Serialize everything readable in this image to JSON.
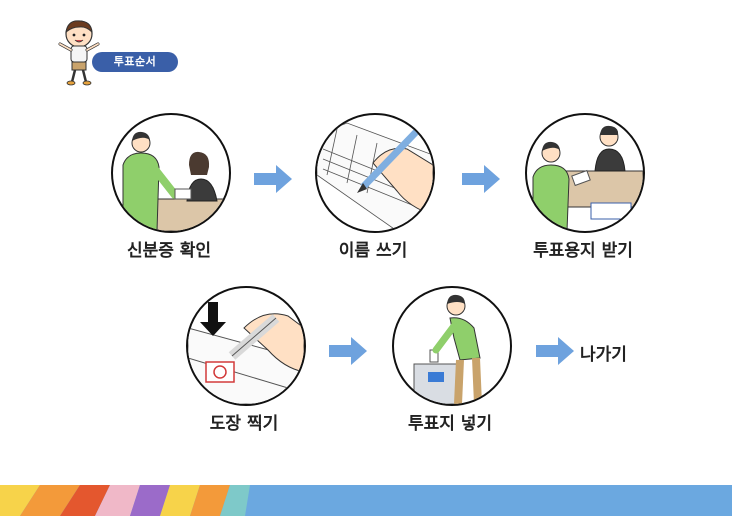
{
  "header": {
    "title": "투표순서"
  },
  "steps": [
    {
      "label": "신분증 확인",
      "icon": "id-check-scene"
    },
    {
      "label": "이름 쓰기",
      "icon": "writing-name-scene"
    },
    {
      "label": "투표용지 받기",
      "icon": "receive-ballot-scene"
    },
    {
      "label": "도장 찍기",
      "icon": "stamp-ballot-scene"
    },
    {
      "label": "투표지 넣기",
      "icon": "cast-ballot-scene"
    },
    {
      "label": "나가기",
      "icon": "exit"
    }
  ],
  "colors": {
    "badge": "#3a5fa8",
    "arrow": "#6ea2de",
    "bar": "#6ba8e0"
  }
}
